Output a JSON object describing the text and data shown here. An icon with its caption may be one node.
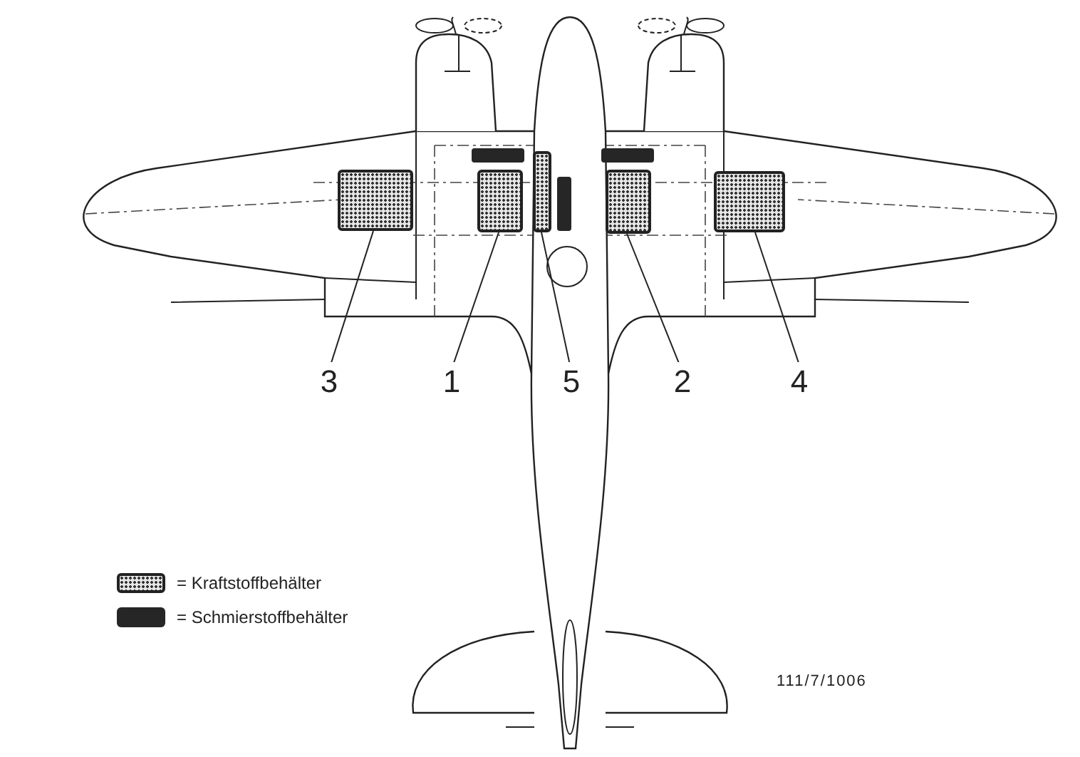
{
  "diagram": {
    "nodes": [
      {
        "text": [],
        "shape": "box"
      },
      {
        "text": [],
        "shape": "box"
      },
      {
        "text": [],
        "shape": "box"
      },
      {
        "text": [],
        "shape": "box"
      },
      {
        "text": [],
        "shape": "box"
      },
      {
        "text": [
          "3"
        ]
      },
      {
        "text": [
          "1"
        ]
      },
      {
        "text": [
          "5"
        ]
      },
      {
        "text": [
          "2"
        ]
      },
      {
        "text": [
          "4"
        ]
      }
    ],
    "edges": [
      {
        "from": 5,
        "to": 0,
        "arrow": "none"
      },
      {
        "from": 6,
        "to": 1,
        "arrow": "none"
      },
      {
        "from": 7,
        "to": 2,
        "arrow": "none"
      },
      {
        "from": 8,
        "to": 3,
        "arrow": "none"
      },
      {
        "from": 9,
        "to": 4,
        "arrow": "none"
      }
    ],
    "labels": [
      "111/7/1006"
    ],
    "legend": [
      {
        "text": "= Kraftstoffbehälter"
      },
      {
        "text": "= Schmierstoffbehälter",
        "color": "#262626"
      }
    ]
  }
}
